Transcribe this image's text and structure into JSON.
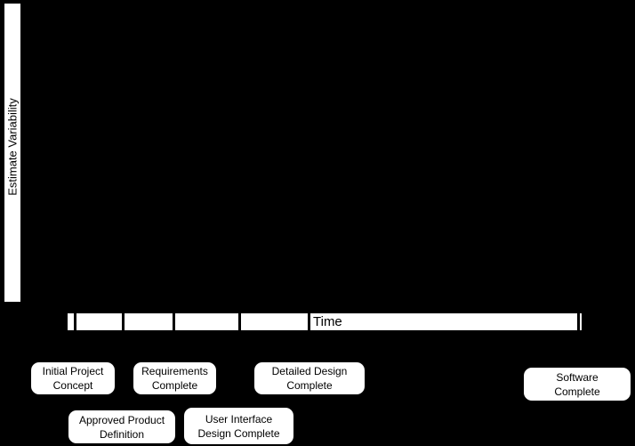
{
  "colors": {
    "background": "#000000",
    "bar_fill": "#ffffff",
    "text": "#000000"
  },
  "y_axis": {
    "label": "Estimate Variability"
  },
  "x_axis": {
    "label": "Time"
  },
  "milestones": [
    {
      "line1": "Initial Project",
      "line2": "Concept"
    },
    {
      "line1": "Requirements",
      "line2": "Complete"
    },
    {
      "line1": "Detailed Design",
      "line2": "Complete"
    },
    {
      "line1": "Software",
      "line2": "Complete"
    },
    {
      "line1": "Approved Product",
      "line2": "Definition"
    },
    {
      "line1": "User Interface",
      "line2": "Design Complete"
    }
  ],
  "chart_data": {
    "type": "area",
    "title": "",
    "xlabel": "Time",
    "ylabel": "Estimate Variability",
    "x_milestones": [
      "Initial Project Concept",
      "Approved Product Definition",
      "Requirements Complete",
      "User Interface Design Complete",
      "Detailed Design Complete",
      "Software Complete"
    ],
    "milestone_axis_fractions": [
      0.015,
      0.108,
      0.207,
      0.336,
      0.471,
      0.994
    ],
    "series": [],
    "plot_area_fill": "#000000",
    "grid": "off",
    "legend": "none"
  }
}
